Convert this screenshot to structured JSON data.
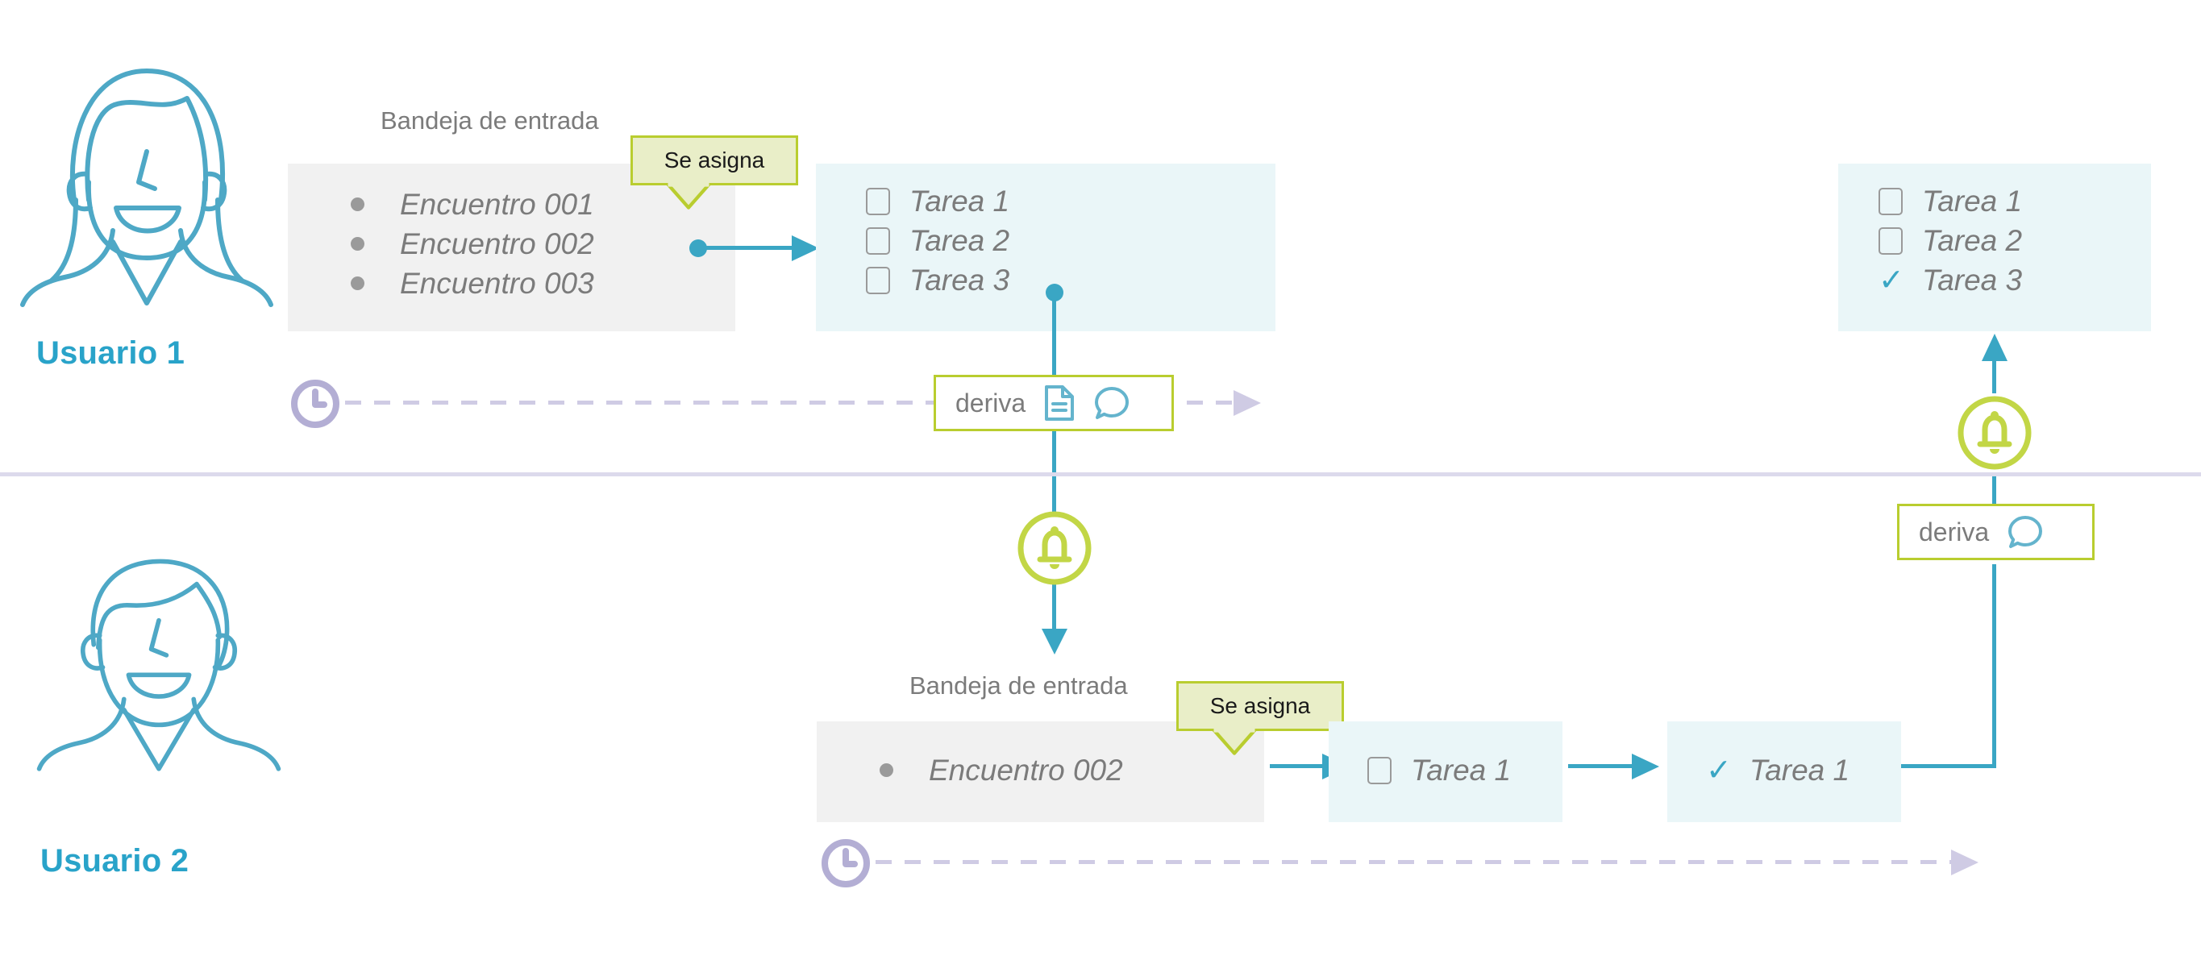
{
  "colors": {
    "accent_blue": "#3aa6c4",
    "user_label_blue": "#29a3c9",
    "inbox_gray": "#f1f1f1",
    "task_blue": "#eaf6f8",
    "callout_fill": "#e9eec8",
    "callout_border": "#b9cd2f",
    "timeline_purple": "#cfcbe4",
    "text_gray": "#7b7b7b",
    "divider": "#dcdaec"
  },
  "lanes": [
    {
      "user": {
        "label": "Usuario 1",
        "avatar_icon": "avatar-female-icon"
      },
      "inbox": {
        "title": "Bandeja de entrada",
        "items": [
          "Encuentro 001",
          "Encuentro 002",
          "Encuentro 003"
        ]
      },
      "callout": {
        "label": "Se asigna"
      },
      "task_panel": {
        "tasks": [
          {
            "label": "Tarea 1",
            "done": false
          },
          {
            "label": "Tarea 2",
            "done": false
          },
          {
            "label": "Tarea 3",
            "done": false
          }
        ]
      },
      "task_panel_final": {
        "tasks": [
          {
            "label": "Tarea 1",
            "done": false
          },
          {
            "label": "Tarea 2",
            "done": false
          },
          {
            "label": "Tarea 3",
            "done": true
          }
        ]
      },
      "deriva": {
        "label": "deriva",
        "icons": [
          "document-icon",
          "comment-bubble-icon"
        ]
      },
      "timeline": {
        "start_icon": "clock-icon",
        "end_icon": "arrow-right-icon"
      }
    },
    {
      "user": {
        "label": "Usuario 2",
        "avatar_icon": "avatar-male-icon"
      },
      "inbox": {
        "title": "Bandeja de entrada",
        "items": [
          "Encuentro 002"
        ]
      },
      "callout": {
        "label": "Se asigna"
      },
      "task_panel": {
        "tasks": [
          {
            "label": "Tarea 1",
            "done": false
          }
        ]
      },
      "task_panel_final": {
        "tasks": [
          {
            "label": "Tarea 1",
            "done": true
          }
        ]
      },
      "deriva": {
        "label": "deriva",
        "icons": [
          "comment-bubble-icon"
        ]
      },
      "timeline": {
        "start_icon": "clock-icon",
        "end_icon": "arrow-right-icon"
      }
    }
  ],
  "notifications": [
    {
      "icon": "bell-icon",
      "direction": "down"
    },
    {
      "icon": "bell-icon",
      "direction": "up"
    }
  ],
  "glyphs": {
    "check": "✓"
  }
}
